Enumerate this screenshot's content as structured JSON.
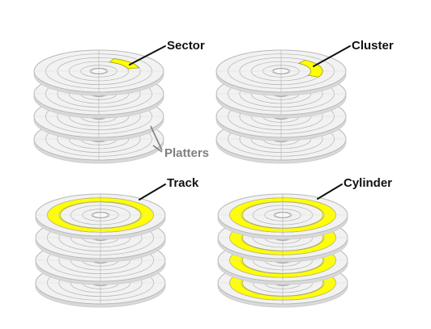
{
  "labels": {
    "sector": "Sector",
    "cluster": "Cluster",
    "platters": "Platters",
    "track": "Track",
    "cylinder": "Cylinder"
  },
  "colors": {
    "platter_fill": "#f2f2f2",
    "platter_edge": "#cfcfcf",
    "platter_line": "#b3b3b3",
    "highlight": "#ffff00",
    "highlight_edge": "#9a9a00",
    "leader": "#111111",
    "platters_label": "#7f7f7f"
  },
  "diagrams": [
    {
      "id": "sector",
      "highlight": "sector",
      "platters": 4
    },
    {
      "id": "cluster",
      "highlight": "cluster",
      "platters": 4
    },
    {
      "id": "track",
      "highlight": "track",
      "platters": 4
    },
    {
      "id": "cylinder",
      "highlight": "cylinder",
      "platters": 4
    }
  ]
}
